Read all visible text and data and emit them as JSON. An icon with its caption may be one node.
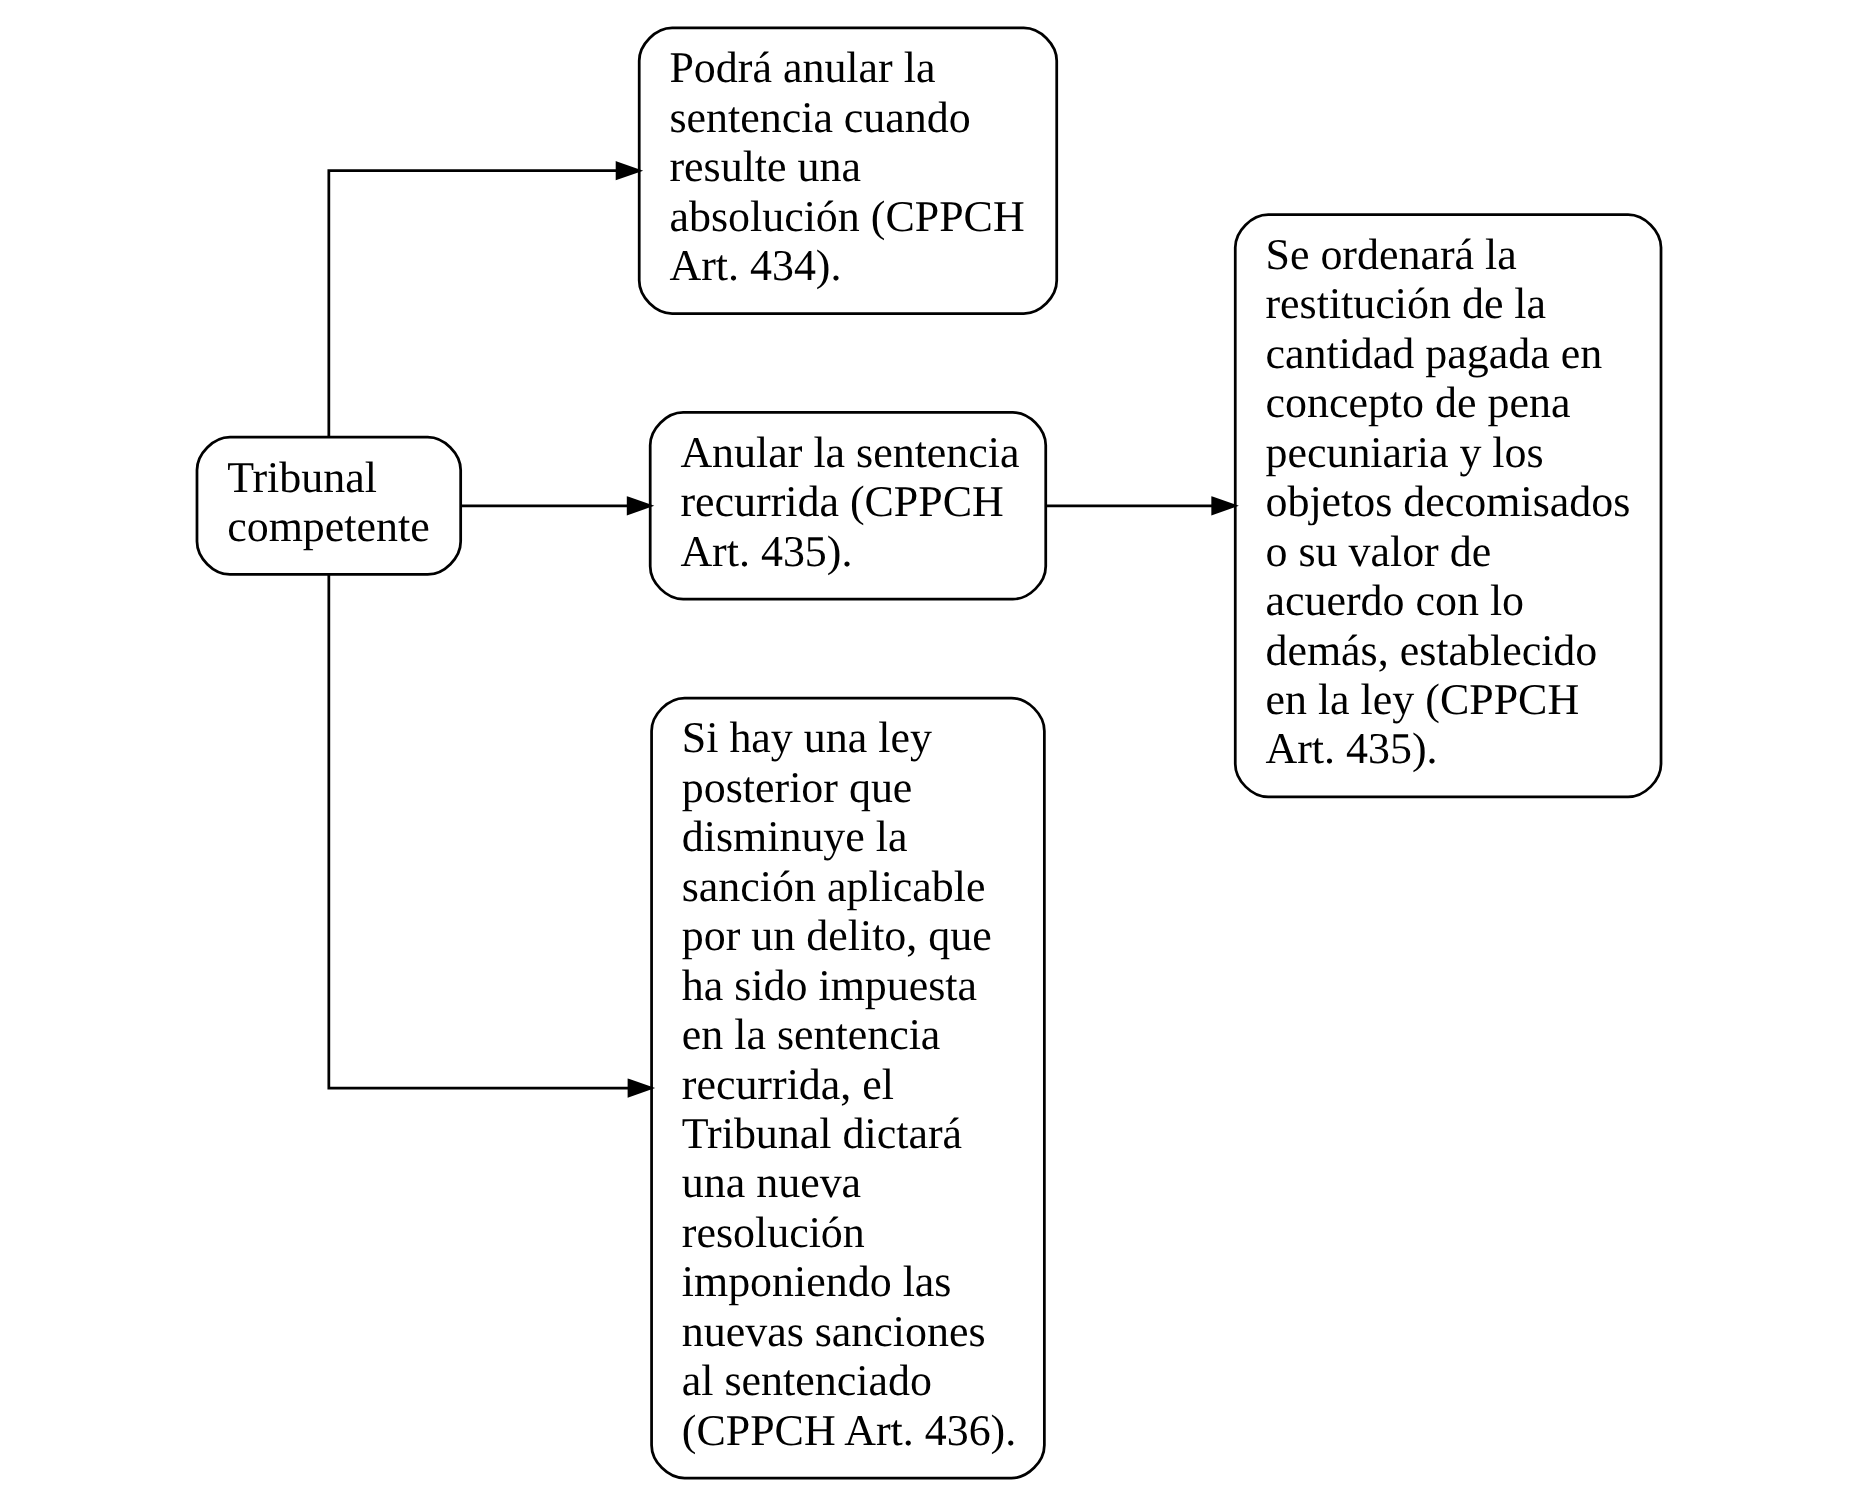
{
  "diagram": {
    "nodes": [
      {
        "text": [
          "Tribunal competente"
        ]
      },
      {
        "text": [
          "Podrá anular la sentencia cuando resulte una absolución (CPPCH Art. 434)."
        ]
      },
      {
        "text": [
          "Anular la sentencia recurrida (CPPCH Art. 435)."
        ]
      },
      {
        "text": [
          "Si hay una ley posterior que disminuye la sanción aplicable por un delito, que ha sido impuesta en la sentencia recurrida, el Tribunal dictará una nueva resolución imponiendo las nuevas sanciones al sentenciado (CPPCH Art. 436)."
        ]
      },
      {
        "text": [
          "Se ordenará la restitución de la cantidad pagada en concepto de pena pecuniaria y los objetos decomisados o su valor de acuerdo con lo demás, establecido en la ley (CPPCH Art. 435)."
        ]
      }
    ],
    "edges": [
      {
        "from": 0,
        "to": 1,
        "arrow": "to"
      },
      {
        "from": 0,
        "to": 2,
        "arrow": "to"
      },
      {
        "from": 0,
        "to": 3,
        "arrow": "to"
      },
      {
        "from": 2,
        "to": 4,
        "arrow": "to"
      }
    ]
  }
}
